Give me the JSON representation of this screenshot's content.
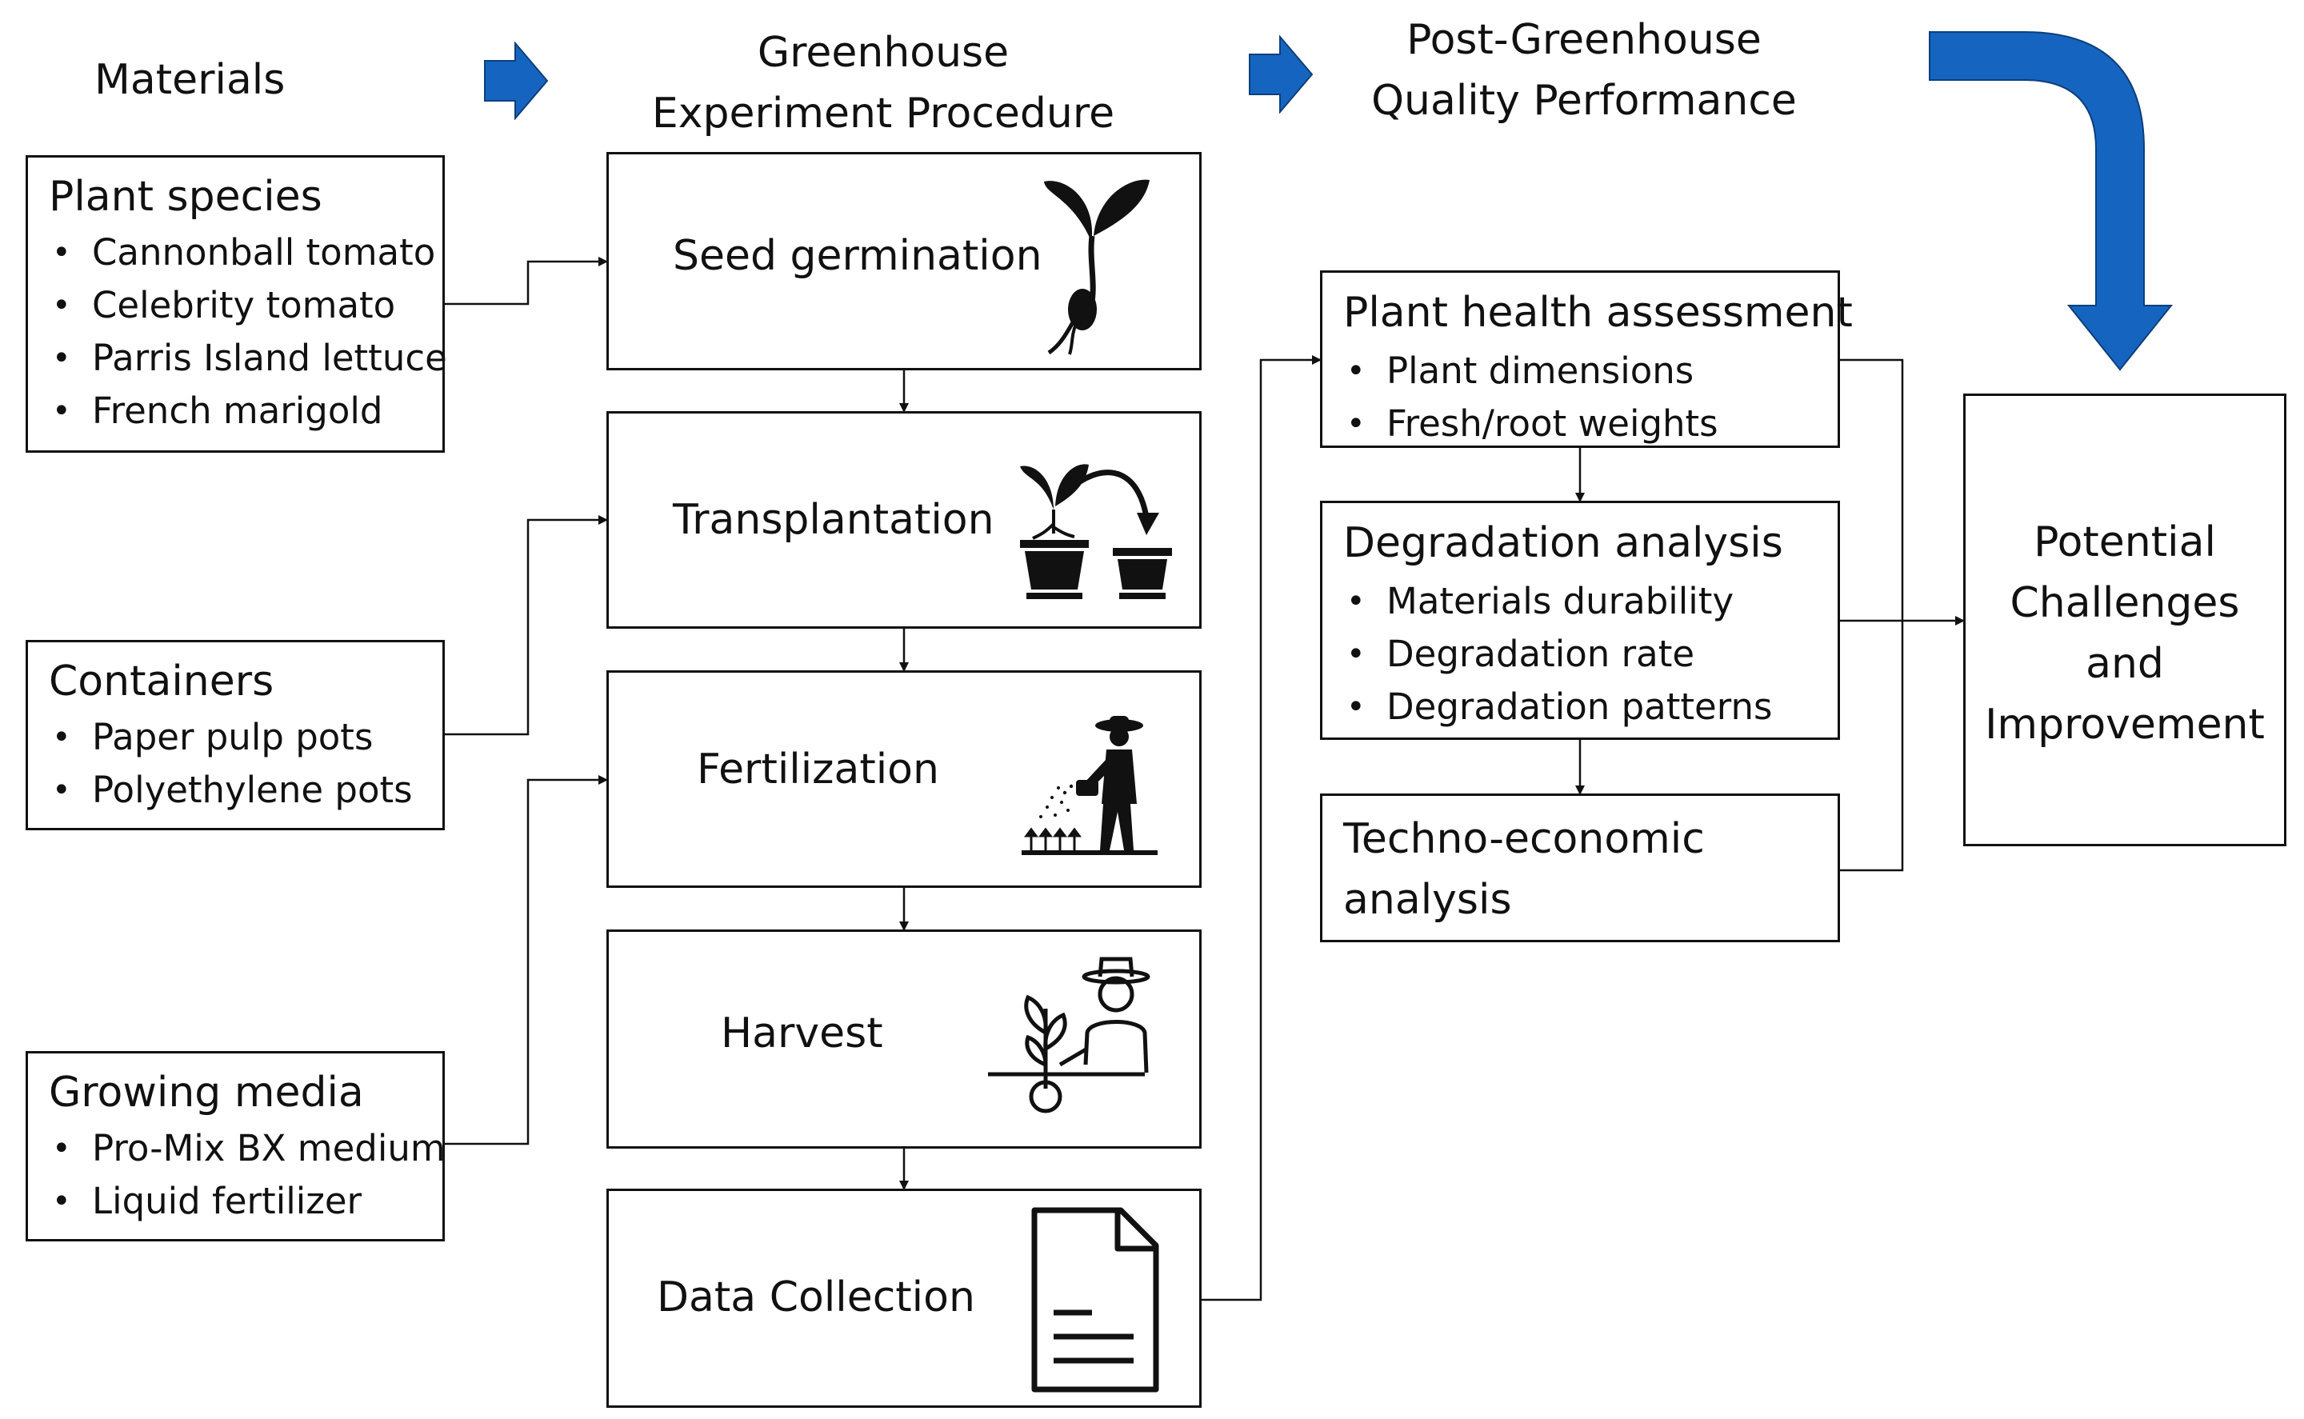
{
  "headers": {
    "materials": "Materials",
    "greenhouse_line1": "Greenhouse",
    "greenhouse_line2": "Experiment Procedure",
    "post_line1": "Post-Greenhouse",
    "post_line2": "Quality Performance"
  },
  "materials": {
    "plant_species": {
      "title": "Plant species",
      "items": [
        "Cannonball tomato",
        "Celebrity tomato",
        "Parris Island lettuce",
        "French marigold"
      ]
    },
    "containers": {
      "title": "Containers",
      "items": [
        "Paper pulp pots",
        "Polyethylene pots"
      ]
    },
    "growing_media": {
      "title": "Growing media",
      "items": [
        "Pro-Mix BX medium",
        "Liquid fertilizer"
      ]
    }
  },
  "procedure": {
    "steps": [
      {
        "label": "Seed germination",
        "icon": "seedling-icon"
      },
      {
        "label": "Transplantation",
        "icon": "transplant-pots-icon"
      },
      {
        "label": "Fertilization",
        "icon": "farmer-watering-icon"
      },
      {
        "label": "Harvest",
        "icon": "farmer-harvest-icon"
      },
      {
        "label": "Data Collection",
        "icon": "document-icon"
      }
    ]
  },
  "post_greenhouse": {
    "plant_health": {
      "title": "Plant health assessment",
      "items": [
        "Plant dimensions",
        "Fresh/root weights"
      ]
    },
    "degradation": {
      "title": "Degradation analysis",
      "items": [
        "Materials durability",
        "Degradation rate",
        "Degradation patterns"
      ]
    },
    "techno_economic": {
      "title_line1": "Techno-economic",
      "title_line2": "analysis"
    }
  },
  "result": {
    "line1": "Potential",
    "line2": "Challenges",
    "line3": "and",
    "line4": "Improvement"
  },
  "colors": {
    "accent_blue": "#1565c0",
    "line": "#111111"
  }
}
